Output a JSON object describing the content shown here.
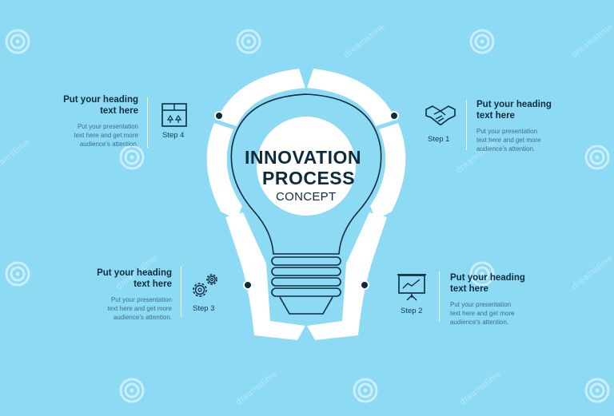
{
  "title": {
    "line1": "INNOVATION",
    "line2": "PROCESS",
    "line3": "CONCEPT"
  },
  "steps": [
    {
      "label": "Step 1",
      "heading": "Put your heading\ntext here",
      "body": "Put your presentation\ntext here and get more\naudience's attention.",
      "icon": "handshake-icon"
    },
    {
      "label": "Step 2",
      "heading": "Put your heading\ntext here",
      "body": "Put your presentation\ntext here and get more\naudience's attention.",
      "icon": "presentation-chart-icon"
    },
    {
      "label": "Step 3",
      "heading": "Put your heading\ntext here",
      "body": "Put your presentation\ntext here and get more\naudience's attention.",
      "icon": "gears-icon"
    },
    {
      "label": "Step 4",
      "heading": "Put your heading\ntext here",
      "body": "Put your presentation\ntext here and get more\naudience's attention.",
      "icon": "package-box-icon"
    }
  ],
  "watermark": "dreamstime",
  "colors": {
    "background": "#8ddaf5",
    "white": "#ffffff",
    "dark": "#0d2b3e",
    "text": "#3f6f86"
  }
}
